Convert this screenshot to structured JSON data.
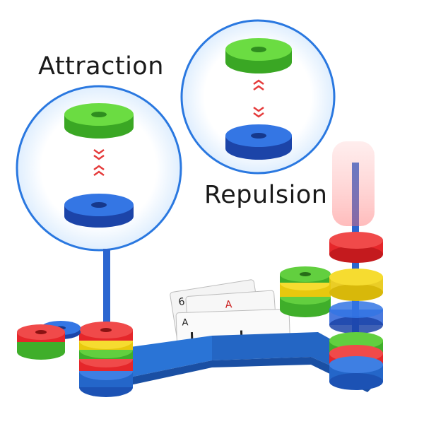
{
  "labels": {
    "attraction": "Attraction",
    "repulsion": "Repulsion"
  },
  "cards": {
    "top_card": "6",
    "middle_card": "A",
    "front_card": "A"
  },
  "colors": {
    "green": "#5fd23a",
    "blue": "#2a62d8",
    "red": "#e5262a",
    "yellow": "#f2d31b",
    "arrow_red": "#e53b3b",
    "circle_ring": "#2a78e0",
    "base_blue": "#2a74d6"
  }
}
